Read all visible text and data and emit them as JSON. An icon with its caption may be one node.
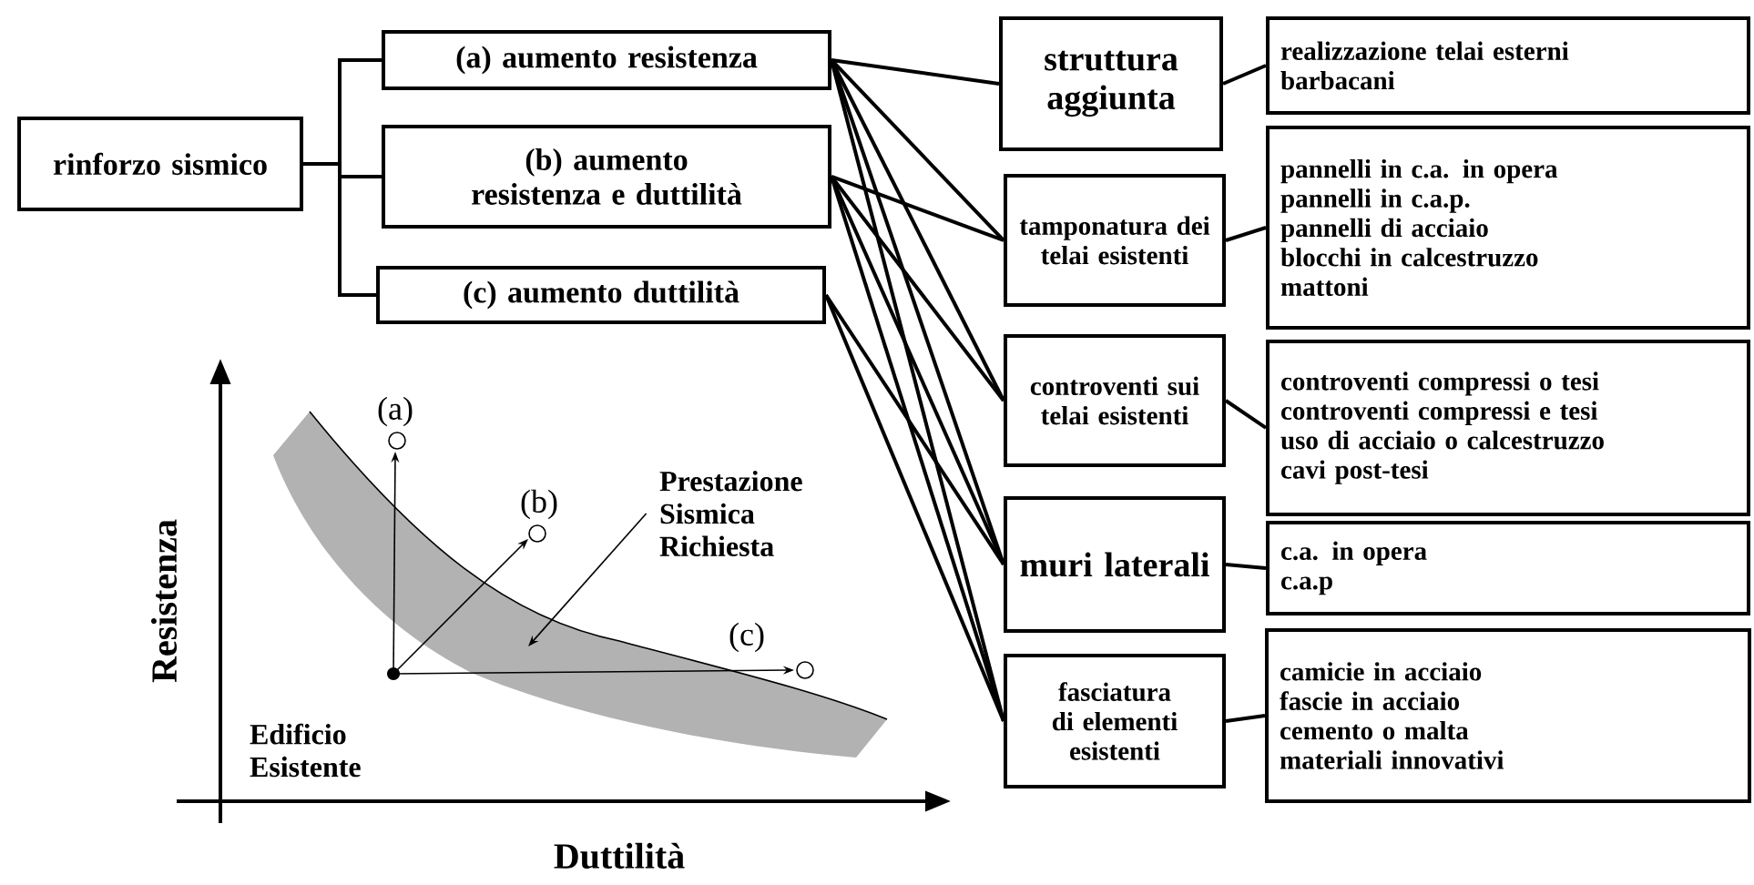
{
  "diagram": {
    "nodes": [
      {
        "text": [
          "rinforzo sismico"
        ]
      },
      {
        "text": [
          "(a) aumento resistenza"
        ]
      },
      {
        "text": [
          "(b) aumento resistenza e duttilità"
        ]
      },
      {
        "text": [
          "(c) aumento duttilità"
        ]
      },
      {
        "text": [
          "struttura aggiunta"
        ]
      },
      {
        "text": [
          "realizzazione telai esterni",
          "barbacani"
        ]
      },
      {
        "text": [
          "tamponatura dei telai esistenti"
        ]
      },
      {
        "text": [
          "pannelli in c.a. in opera",
          "pannelli in c.a.p.",
          "pannelli di acciaio",
          "blocchi in calcestruzzo",
          "mattoni"
        ]
      },
      {
        "text": [
          "controventi sui telai esistenti"
        ]
      },
      {
        "text": [
          "controventi compressi o tesi",
          "controventi compressi e tesi",
          "uso di acciaio o calcestruzzo",
          "cavi post-tesi"
        ]
      },
      {
        "text": [
          "muri laterali"
        ]
      },
      {
        "text": [
          "c.a. in opera",
          "c.a.p"
        ]
      },
      {
        "text": [
          "fasciatura di elementi esistenti"
        ]
      },
      {
        "text": [
          "camicie in acciaio",
          "fascie in acciaio",
          "cemento o malta",
          "materiali innovativi"
        ]
      },
      {
        "text": [
          "Prestazione Sismica Richiesta"
        ]
      }
    ],
    "edges": [
      {
        "from": 0,
        "to": 1,
        "arrow": "none"
      },
      {
        "from": 0,
        "to": 2,
        "arrow": "none"
      },
      {
        "from": 0,
        "to": 3,
        "arrow": "none"
      },
      {
        "from": 1,
        "to": 4,
        "arrow": "none"
      },
      {
        "from": 1,
        "to": 6,
        "arrow": "none"
      },
      {
        "from": 1,
        "to": 8,
        "arrow": "none"
      },
      {
        "from": 1,
        "to": 10,
        "arrow": "none"
      },
      {
        "from": 1,
        "to": 12,
        "arrow": "none"
      },
      {
        "from": 2,
        "to": 6,
        "arrow": "none"
      },
      {
        "from": 2,
        "to": 8,
        "arrow": "none"
      },
      {
        "from": 2,
        "to": 10,
        "arrow": "none"
      },
      {
        "from": 2,
        "to": 12,
        "arrow": "none"
      },
      {
        "from": 3,
        "to": 10,
        "arrow": "none"
      },
      {
        "from": 3,
        "to": 12,
        "arrow": "none"
      },
      {
        "from": 4,
        "to": 5,
        "arrow": "none"
      },
      {
        "from": 6,
        "to": 7,
        "arrow": "none"
      },
      {
        "from": 8,
        "to": 9,
        "arrow": "none"
      },
      {
        "from": 10,
        "to": 11,
        "arrow": "none"
      },
      {
        "from": 12,
        "to": 13,
        "arrow": "none"
      },
      {
        "from": 14,
        "to": null,
        "arrow": "to"
      }
    ],
    "labels": [
      "(a)",
      "(b)",
      "(c)",
      "Edificio Esistente",
      "Resistenza",
      "Duttilità"
    ]
  }
}
